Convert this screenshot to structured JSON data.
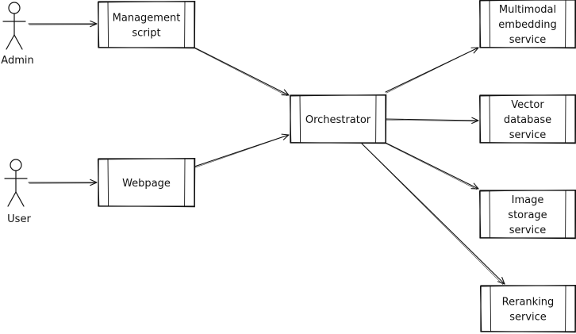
{
  "actors": [
    {
      "id": "admin",
      "label": "Admin"
    },
    {
      "id": "user",
      "label": "User"
    }
  ],
  "nodes": [
    {
      "id": "management-script",
      "label": [
        "Management",
        "script"
      ]
    },
    {
      "id": "webpage",
      "label": [
        "Webpage"
      ]
    },
    {
      "id": "orchestrator",
      "label": [
        "Orchestrator"
      ]
    },
    {
      "id": "multimodal-embedding-service",
      "label": [
        "Multimodal",
        "embedding",
        "service"
      ]
    },
    {
      "id": "vector-database-service",
      "label": [
        "Vector",
        "database",
        "service"
      ]
    },
    {
      "id": "image-storage-service",
      "label": [
        "Image",
        "storage",
        "service"
      ]
    },
    {
      "id": "reranking-service",
      "label": [
        "Reranking",
        "service"
      ]
    }
  ],
  "edges": [
    {
      "from": "admin",
      "to": "management-script"
    },
    {
      "from": "user",
      "to": "webpage"
    },
    {
      "from": "management-script",
      "to": "orchestrator"
    },
    {
      "from": "webpage",
      "to": "orchestrator"
    },
    {
      "from": "orchestrator",
      "to": "multimodal-embedding-service"
    },
    {
      "from": "orchestrator",
      "to": "vector-database-service"
    },
    {
      "from": "orchestrator",
      "to": "image-storage-service"
    },
    {
      "from": "orchestrator",
      "to": "reranking-service"
    }
  ]
}
